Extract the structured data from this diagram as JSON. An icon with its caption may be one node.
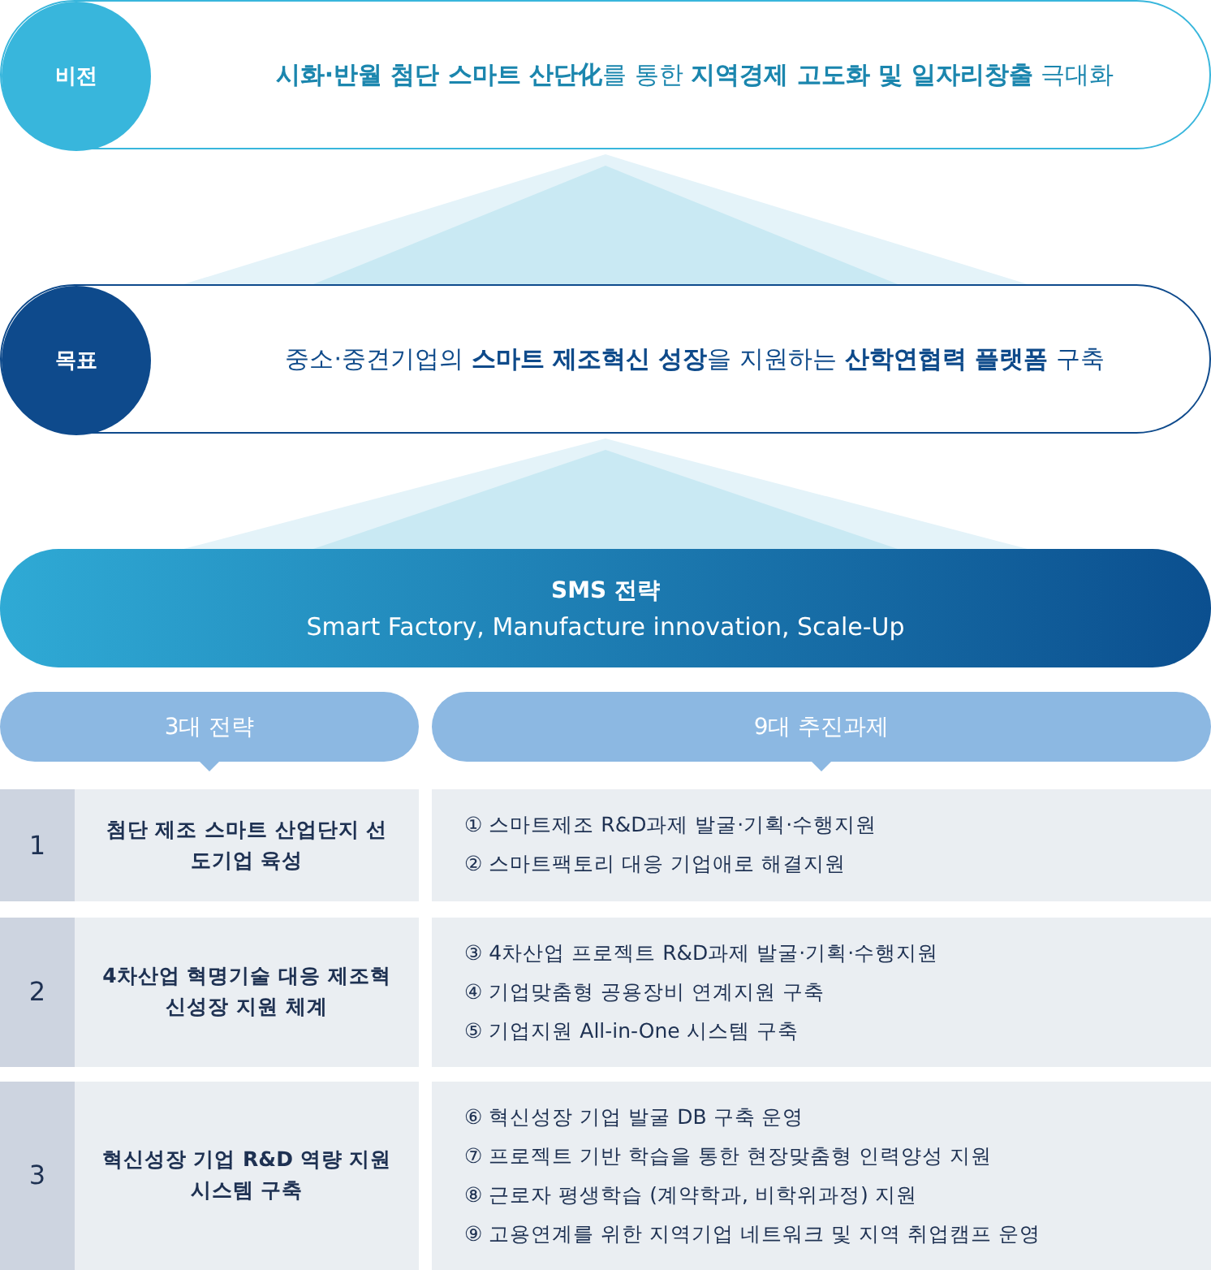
{
  "diagram": {
    "nodes": [
      {
        "text": [
          "**시화·반월 첨단 스마트 산단化**를 통한 **지역경제 고도화 및 일자리창출** 극대화"
        ]
      },
      {
        "text": [
          "비전"
        ],
        "in": 0
      },
      {
        "text": [
          "중소·중견기업의 **스마트 제조혁신 성장**을 지원하는 **산학연협력 플랫폼** 구축"
        ]
      },
      {
        "text": [
          "목표"
        ],
        "in": 2
      },
      {
        "text": [
          "SMS 전략",
          "Smart Factory, Manufacture innovation, Scale-Up"
        ]
      },
      {
        "text": [
          "3대 전략"
        ]
      },
      {
        "text": [
          "9대 추진과제"
        ]
      },
      {
        "text": [
          "1"
        ]
      },
      {
        "text": [
          "첨단 제조 스마트 산업단지 선도기업 육성"
        ]
      },
      {
        "text": [
          "① 스마트제조 R&D과제 발굴·기획·수행지원",
          "② 스마트팩토리 대응 기업애로 해결지원"
        ]
      },
      {
        "text": [
          "2"
        ]
      },
      {
        "text": [
          "4차산업 혁명기술 대응 제조혁신성장 지원 체계"
        ]
      },
      {
        "text": [
          "③ 4차산업 프로젝트 R&D과제 발굴·기획·수행지원",
          "④ 기업맞춤형 공용장비 연계지원 구축",
          "⑤ 기업지원 All-in-One 시스템 구축"
        ]
      },
      {
        "text": [
          "3"
        ]
      },
      {
        "text": [
          "혁신성장 기업 R&D 역량 지원 시스템 구축"
        ]
      },
      {
        "text": [
          "⑥ 혁신성장 기업 발굴 DB 구축 운영",
          "⑦ 프로젝트 기반 학습을 통한 현장맞춤형 인력양성 지원",
          "⑧ 근로자 평생학습 (계약학과, 비학위과정) 지원",
          "⑨ 고용연계를 위한 지역기업 네트워크 및 지역 취업캠프 운영"
        ]
      }
    ],
    "edges": [
      {
        "from": 2,
        "to": 0,
        "arrow": "to"
      },
      {
        "from": 4,
        "to": 2,
        "arrow": "to"
      }
    ]
  }
}
